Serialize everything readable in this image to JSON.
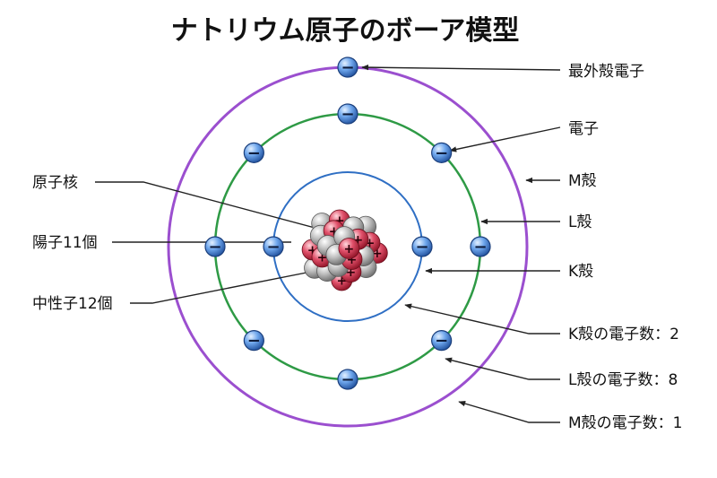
{
  "title": "ナトリウム原子のボーア模型",
  "colors": {
    "k_shell": "#2f6fc4",
    "l_shell": "#2e9a45",
    "m_shell": "#9b4fcf",
    "electron": "#3f7fd8",
    "proton": "#d23a4e",
    "neutron": "#a9a9a9",
    "leader": "#222222"
  },
  "electron_sign": "−",
  "proton_sign": "+",
  "labels": {
    "outer_electron": "最外殻電子",
    "electron": "電子",
    "m_shell": "M殻",
    "l_shell": "L殻",
    "k_shell": "K殻",
    "k_count": "K殻の電子数：2",
    "l_count": "L殻の電子数：8",
    "m_count": "M殻の電子数：1",
    "nucleus": "原子核",
    "protons": "陽子11個",
    "neutrons": "中性子12個"
  },
  "shells": [
    {
      "name": "K",
      "electrons": 2
    },
    {
      "name": "L",
      "electrons": 8
    },
    {
      "name": "M",
      "electrons": 1
    }
  ],
  "nucleus": {
    "protons": 11,
    "neutrons": 12
  }
}
